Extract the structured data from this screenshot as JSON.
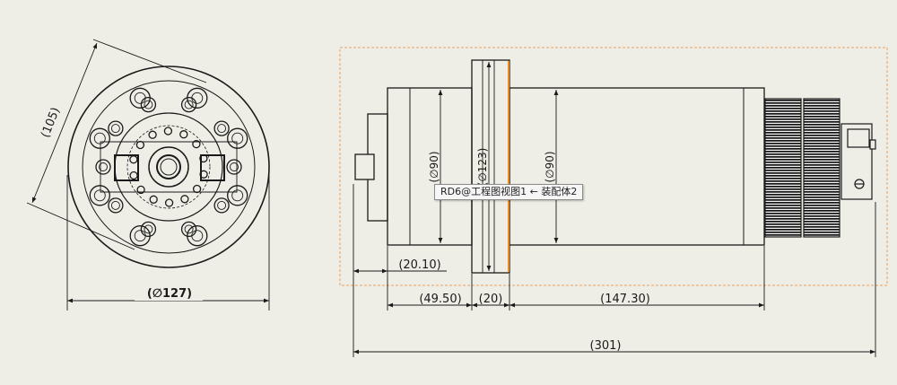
{
  "dimensions": {
    "side_diagonal": "(105)",
    "flange_diameter": "(∅127)",
    "shoulder": "(20.10)",
    "body_dia_left": "(∅90)",
    "flange_dia": "(∅123)",
    "body_dia_right": "(∅90)",
    "front_length": "(49.50)",
    "flange_thickness": "(20)",
    "body_length": "(147.30)",
    "overall_length": "(301)"
  },
  "tooltip": {
    "text": "RD6@工程图视图1 ← 装配体2"
  },
  "colors": {
    "background": "#eeeee6",
    "line": "#1a1a1a",
    "selection_box": "#e8a060",
    "highlight": "#f08c1e"
  }
}
